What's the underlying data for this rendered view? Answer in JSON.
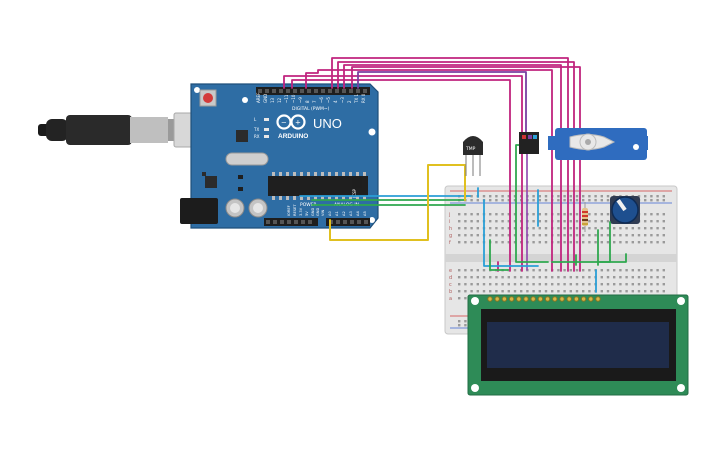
{
  "canvas": {
    "background": "#ffffff"
  },
  "arduino": {
    "board_name": "UNO",
    "brand": "ARDUINO",
    "digital_header": "DIGITAL (PWM~)",
    "power_header": "POWER",
    "analog_header": "ANALOG IN",
    "icsp": "ICSP",
    "reset": "RESET",
    "digital_pins": [
      "AREF",
      "GND",
      "13",
      "12",
      "~11",
      "~10",
      "~9",
      "8",
      "7",
      "~6",
      "~5",
      "4",
      "~3",
      "2",
      "TX 1",
      "RX 0"
    ],
    "power_pins": [
      "IOREF",
      "RESET",
      "3.3V",
      "5V",
      "GND",
      "GND",
      "VIN"
    ],
    "analog_pins": [
      "A0",
      "A1",
      "A2",
      "A3",
      "A4",
      "A5"
    ],
    "leds": [
      "L",
      "TX",
      "RX"
    ],
    "color": "#2e6da4"
  },
  "sensor": {
    "label": "TMP"
  },
  "lcd": {
    "pin_count": 16,
    "screen_color": "#1f2c4a",
    "pcb_color": "#2e8b57"
  },
  "breadboard": {
    "row_letters": [
      "a",
      "b",
      "c",
      "d",
      "e",
      "f",
      "g",
      "h",
      "i",
      "j"
    ]
  },
  "wire_colors": {
    "signal": "#c0247e",
    "data": "#2a9fd6",
    "ground": "#2fa84f",
    "temp": "#e0c020",
    "servo": "#7a3fa0"
  }
}
